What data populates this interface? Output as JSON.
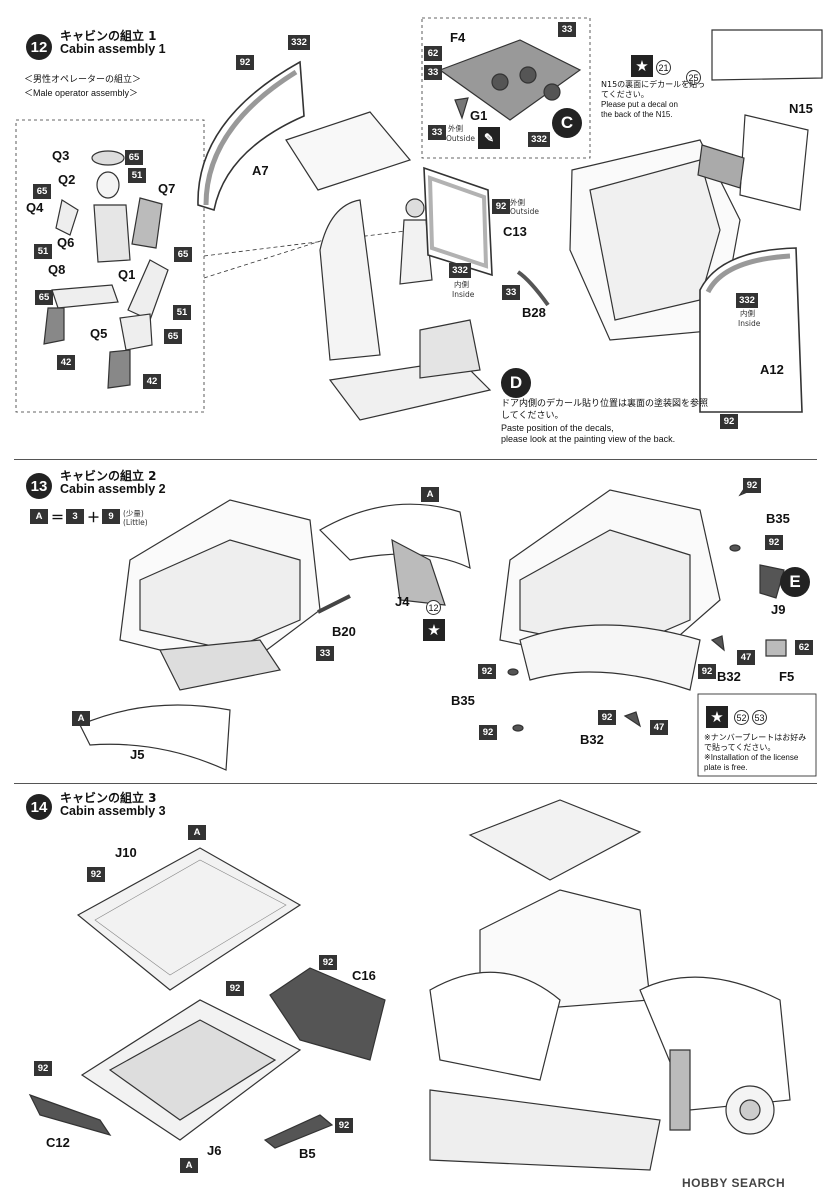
{
  "steps": [
    {
      "number": "12",
      "title_jp": "キャビンの組立 1",
      "title_en": "Cabin assembly 1"
    },
    {
      "number": "13",
      "title_jp": "キャビンの組立 2",
      "title_en": "Cabin assembly 2"
    },
    {
      "number": "14",
      "title_jp": "キャビンの組立 3",
      "title_en": "Cabin assembly 3"
    }
  ],
  "operator": {
    "title_jp": "＜男性オペレーターの組立＞",
    "title_en": "＜Male operator assembly＞"
  },
  "parts": {
    "A7": "A7",
    "A12": "A12",
    "C13": "C13",
    "B28": "B28",
    "F4": "F4",
    "G1": "G1",
    "N15": "N15",
    "Q1": "Q1",
    "Q2": "Q2",
    "Q3": "Q3",
    "Q4": "Q4",
    "Q5": "Q5",
    "Q6": "Q6",
    "Q7": "Q7",
    "Q8": "Q8",
    "J4": "J4",
    "J5": "J5",
    "B20": "B20",
    "B35a": "B35",
    "B35b": "B35",
    "B32a": "B32",
    "B32b": "B32",
    "J9": "J9",
    "F5": "F5",
    "J10": "J10",
    "J6": "J6",
    "C16": "C16",
    "C12": "C12",
    "B5": "B5",
    "A": "A"
  },
  "colors": {
    "c92": "92",
    "c332": "332",
    "c33": "33",
    "c62": "62",
    "c65": "65",
    "c51": "51",
    "c42": "42",
    "c47": "47",
    "c3": "3",
    "c9": "9"
  },
  "side_labels": {
    "outside_jp": "外側",
    "outside_en": "Outside",
    "inside_jp": "内側",
    "inside_en": "Inside"
  },
  "decals": {
    "d21": "21",
    "d25": "25",
    "d12": "12",
    "d52": "52",
    "d53": "53"
  },
  "callouts": {
    "C": "C",
    "D": "D",
    "E": "E"
  },
  "notes": {
    "n15_jp": "N15の裏面にデカールを貼ってください。",
    "n15_en": "Please put a decal on the back of the N15.",
    "d_jp": "ドア内側のデカール貼り位置は裏面の塗装図を参照してください。",
    "d_en1": "Paste position of the decals,",
    "d_en2": "please look at the painting view of the back.",
    "plate_jp": "※ナンバープレートはお好みで貼ってください。",
    "plate_en": "※Installation of the license plate is free.",
    "mix_small": "(少量)(Little)"
  },
  "watermark": "HOBBY SEARCH",
  "icons": [
    "star-icon",
    "paint-brush-icon",
    "glue-icon"
  ]
}
